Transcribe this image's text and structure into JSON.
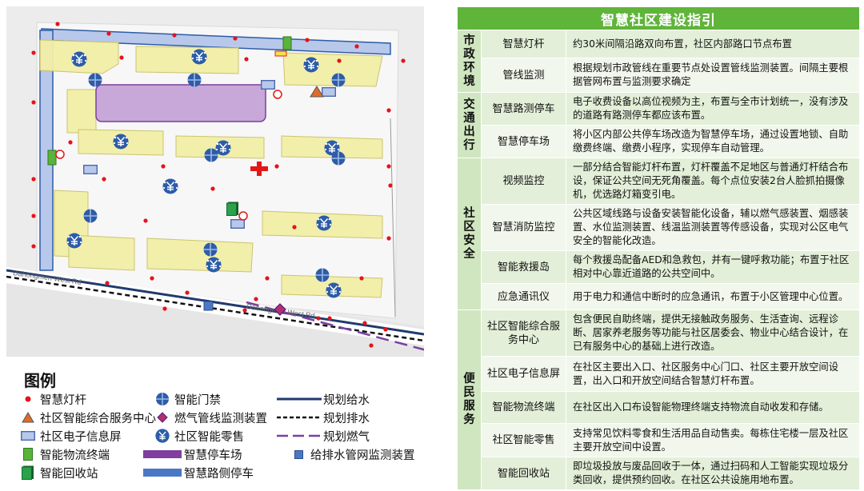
{
  "colors": {
    "header_green": "#5fb43a",
    "category_green": "#d0e6c0",
    "row_green_dark": "#e3efd8",
    "row_green_light": "#f1f7ec",
    "streetlight_red": "#e5131b",
    "water_supply_navy": "#1f3a6e",
    "gas_purple": "#7b3fa3",
    "parking_purple": "#7e3f9e",
    "roadside_blue": "#4a78c4",
    "gate_blue": "#2d5ca8",
    "logistics_green": "#5ab43a",
    "recycle_green": "#1e8a3c"
  },
  "map": {
    "road_label_1": "Dahongmen West Rd",
    "road_label_2": "Dahongmen West Rd"
  },
  "legend": {
    "title": "图例",
    "items": [
      {
        "label": "智慧灯杆",
        "icon": "red-dot-icon"
      },
      {
        "label": "社区智能综合服务中心",
        "icon": "triangle-icon"
      },
      {
        "label": "社区电子信息屏",
        "icon": "screen-rect-icon"
      },
      {
        "label": "智能物流终端",
        "icon": "green-box-icon"
      },
      {
        "label": "智能回收站",
        "icon": "recycle-box-icon"
      },
      {
        "label": "智能门禁",
        "icon": "gate-cross-circle-icon"
      },
      {
        "label": "燃气管线监测装置",
        "icon": "diamond-icon"
      },
      {
        "label": "社区智能零售",
        "icon": "yen-circle-icon"
      },
      {
        "label": "智慧停车场",
        "icon": "purple-bar-icon"
      },
      {
        "label": "智慧路侧停车",
        "icon": "blue-bar-icon"
      },
      {
        "label": "规划给水",
        "icon": "navy-line-icon"
      },
      {
        "label": "规划排水",
        "icon": "black-dashed-line-icon"
      },
      {
        "label": "规划燃气",
        "icon": "purple-dashed-line-icon"
      },
      {
        "label": "给排水管网监测装置",
        "icon": "small-blue-square-icon"
      }
    ]
  },
  "guide": {
    "title": "智慧社区建设指引",
    "categories": [
      {
        "label": "市政环境",
        "rows": [
          {
            "name": "智慧灯杆",
            "desc": "约30米间隔沿路双向布置，社区内部路口节点布置"
          },
          {
            "name": "管线监测",
            "desc": "根据规划市政管线在重要节点处设置管线监测装置。间隔主要根据管网布置与监测要求确定"
          }
        ]
      },
      {
        "label": "交通出行",
        "rows": [
          {
            "name": "智慧路测停车",
            "desc": "电子收费设备以高位视频为主，布置与全市计划统一，没有涉及的道路有路测停车都应该布置。"
          },
          {
            "name": "智慧停车场",
            "desc": "将小区内部公共停车场改造为智慧停车场，通过设置地锁、自助缴费终端、缴费小程序，实现停车自动管理。"
          }
        ]
      },
      {
        "label": "社区安全",
        "rows": [
          {
            "name": "视频监控",
            "desc": "一部分结合智能灯杆布置，灯杆覆盖不足地区与普通灯杆结合布设，保证公共空间无死角覆盖。每个点位安装2台人脸抓拍摄像机，优选路灯箱变引电。"
          },
          {
            "name": "智慧消防监控",
            "desc": "公共区域线路与设备安装智能化设备，辅以燃气感装置、烟感装置、水位监测装置、线温监测装置等传感设备，实现对公区电气安全的智能化改造。"
          },
          {
            "name": "智能救援岛",
            "desc": "每个救援岛配备AED和急救包，并有一键呼救功能；布置于社区相对中心靠近道路的公共空间中。"
          },
          {
            "name": "应急通讯仪",
            "desc": "用于电力和通信中断时的应急通讯，布置于小区管理中心位置。"
          }
        ]
      },
      {
        "label": "便民服务",
        "rows": [
          {
            "name": "社区智能综合服务中心",
            "desc": "包含便民自助终端，提供无接触政务服务、生活查询、远程诊断、居家养老服务等功能与社区居委会、物业中心结合设计，在已有服务中心的基础上进行改造。"
          },
          {
            "name": "社区电子信息屏",
            "desc": "在社区主要出入口、社区服务中心门口、社区主要开放空间设置，出入口和开放空间结合智慧灯杆布置。"
          },
          {
            "name": "智能物流终端",
            "desc": "在社区出入口布设智能物理终端支持物流自动收发和存储。"
          },
          {
            "name": "社区智能零售",
            "desc": "支持常见饮料零食和生活用品自动售卖。每栋住宅楼一层及社区主要开放空间中设置。"
          },
          {
            "name": "智能回收站",
            "desc": "即垃圾投放与废品回收于一体，通过扫码和人工智能实现垃圾分类回收，提供预约回收。在社区公共设施用地布置。"
          }
        ]
      }
    ]
  }
}
